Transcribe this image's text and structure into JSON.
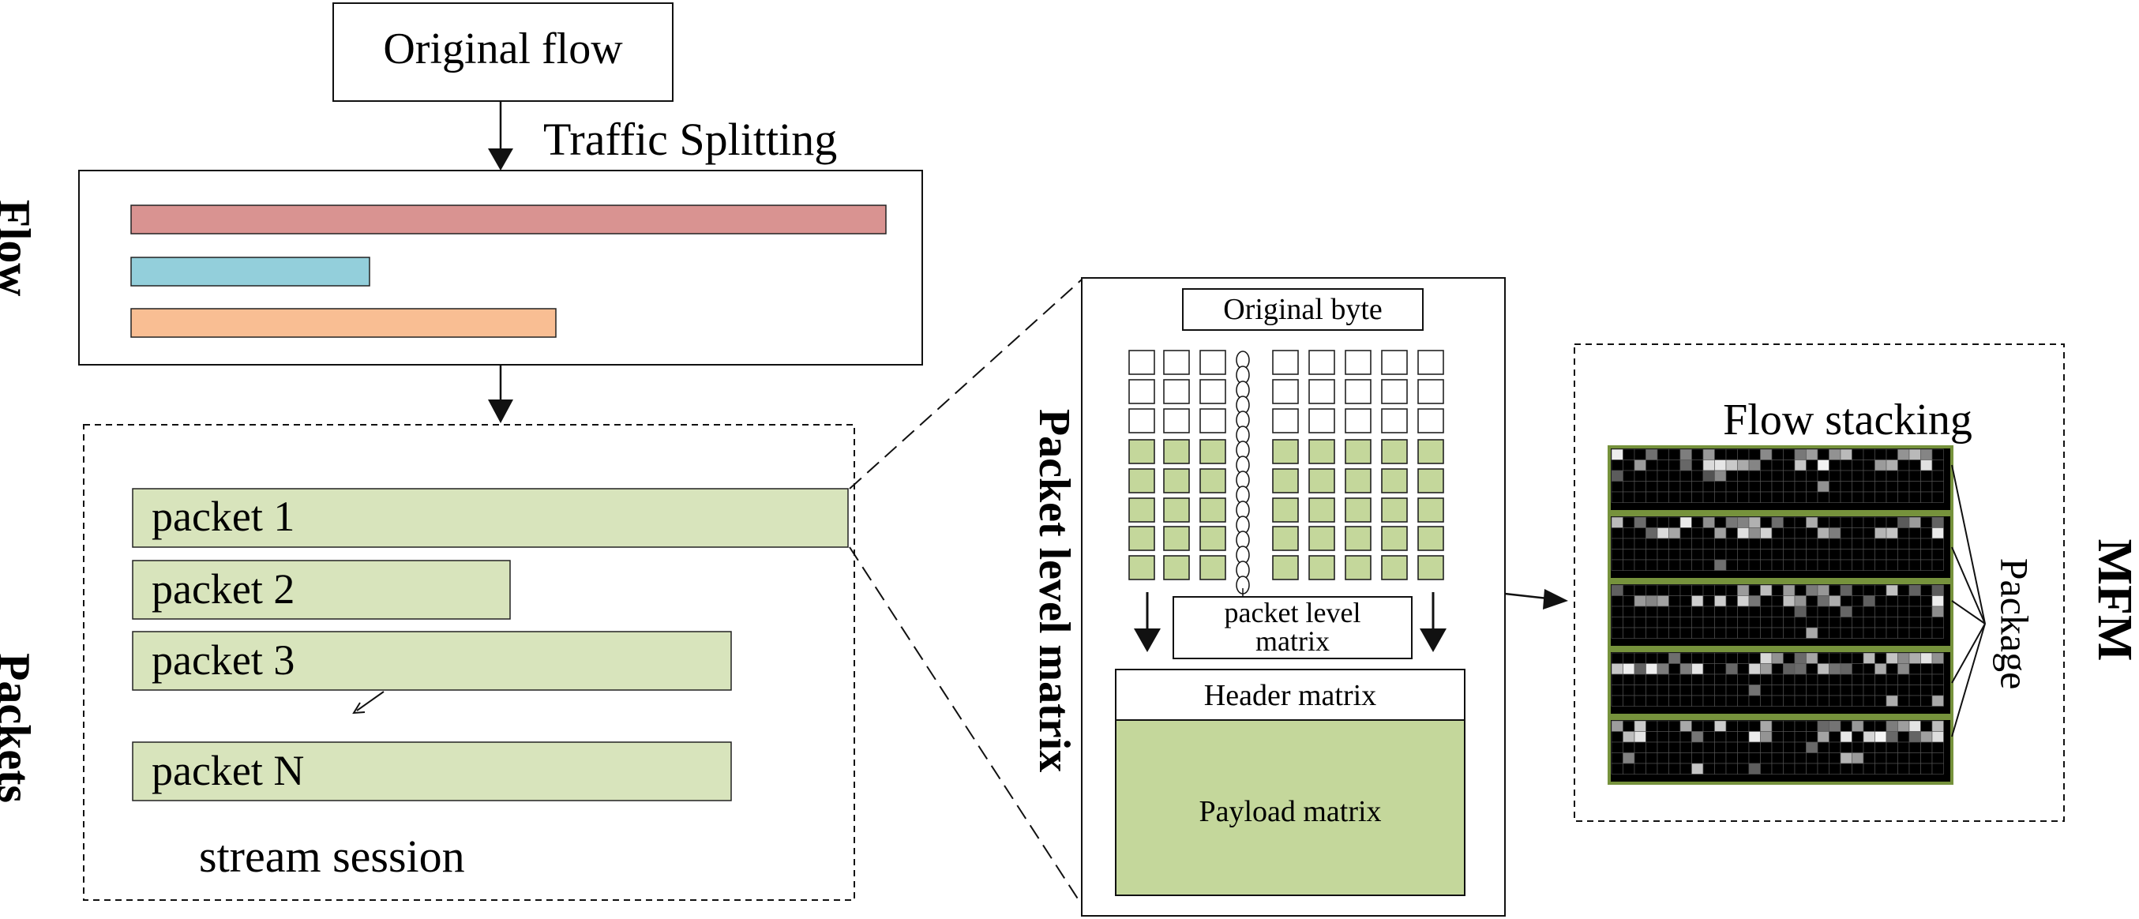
{
  "labels": {
    "original_flow": "Original flow",
    "traffic_splitting": "Traffic Splitting",
    "flow": "Flow",
    "packets": "Packets",
    "stream_session": "stream session",
    "packet_level_matrix_vertical": "Packet level matrix",
    "original_byte": "Original byte",
    "packet_level_matrix_line1": "packet level",
    "packet_level_matrix_line2": "matrix",
    "header_matrix": "Header matrix",
    "payload_matrix": "Payload matrix",
    "flow_stacking": "Flow stacking",
    "package": "Package",
    "mfm": "MFM"
  },
  "flow_bars": [
    {
      "color": "#d99391"
    },
    {
      "color": "#93cfdb"
    },
    {
      "color": "#f9be93"
    }
  ],
  "packets": [
    {
      "label": "packet 1"
    },
    {
      "label": "packet 2"
    },
    {
      "label": "packet 3"
    },
    {
      "label": "packet N"
    }
  ],
  "colors": {
    "packet_fill": "#d8e4bc",
    "payload_fill": "#c4d79b",
    "cell_fill": "#c4d79b",
    "stack_border": "#76923c",
    "stack_bg": "#000000"
  }
}
